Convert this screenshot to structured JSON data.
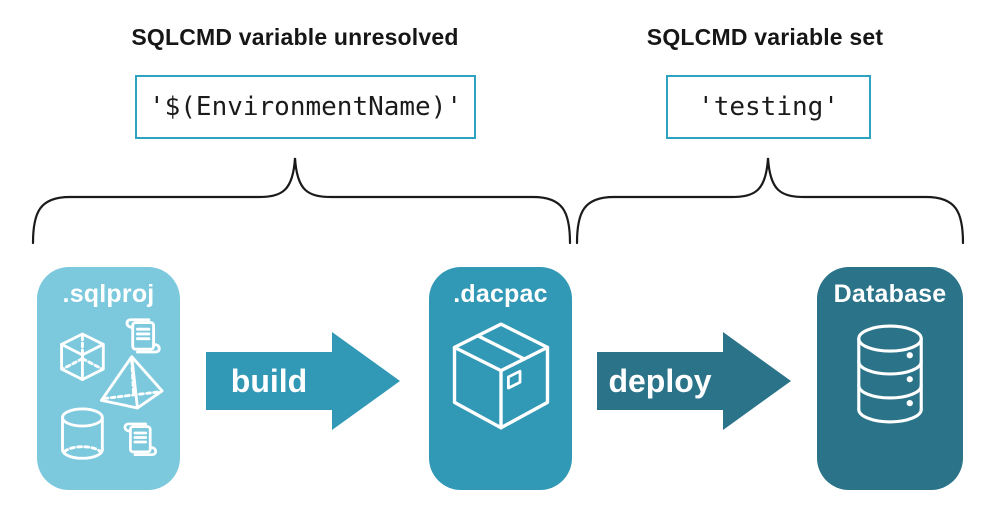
{
  "left_annotation": {
    "heading": "SQLCMD variable unresolved",
    "code": "'$(EnvironmentName)'"
  },
  "right_annotation": {
    "heading": "SQLCMD variable set",
    "code": "'testing'"
  },
  "pipeline": {
    "stages": [
      {
        "label": ".sqlproj",
        "icon": "sql-objects-icon",
        "color": "#7CC9DD"
      },
      {
        "label": ".dacpac",
        "icon": "package-icon",
        "color": "#3198B6"
      },
      {
        "label": "Database",
        "icon": "database-icon",
        "color": "#2A7389"
      }
    ],
    "arrows": [
      {
        "label": "build",
        "color": "#3198B6"
      },
      {
        "label": "deploy",
        "color": "#2A7389"
      }
    ]
  },
  "colors": {
    "background": "#FFFFFF",
    "heading_text": "#161616",
    "code_box_border": "#2EA3BF",
    "code_text": "#1B1B1B",
    "brace": "#1A1A1A",
    "card_text": "#FFFFFF",
    "icon_stroke": "#FFFFFF"
  }
}
